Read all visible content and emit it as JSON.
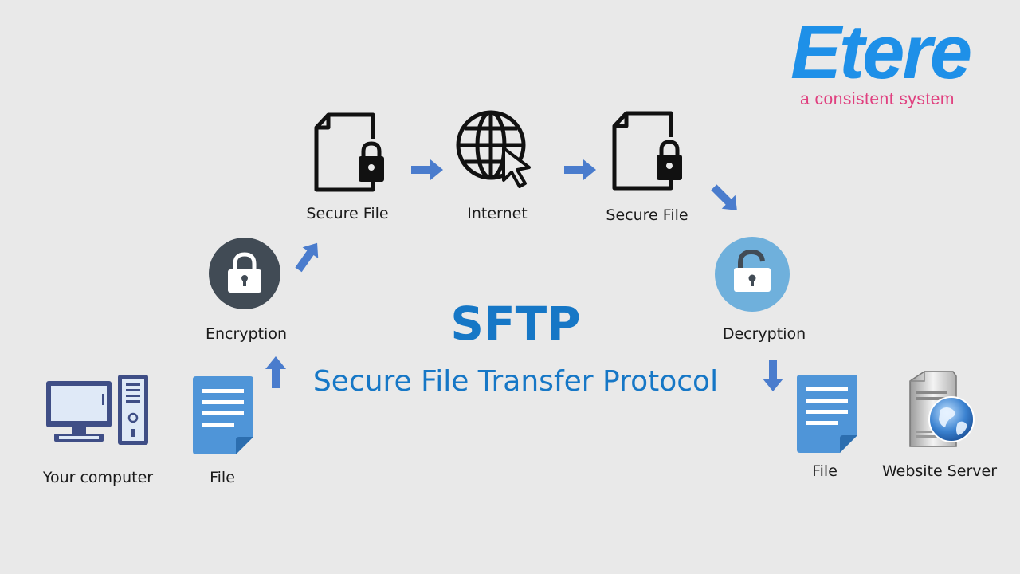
{
  "logo": {
    "name": "Etere",
    "tagline": "a consistent system"
  },
  "title": "SFTP",
  "subtitle": "Secure File Transfer Protocol",
  "nodes": {
    "your_computer": "Your computer",
    "file_left": "File",
    "encryption": "Encryption",
    "secure_file_left": "Secure File",
    "internet": "Internet",
    "secure_file_right": "Secure File",
    "decryption": "Decryption",
    "file_right": "File",
    "website_server": "Website Server"
  },
  "colors": {
    "accent": "#1677c6",
    "logo_blue": "#1e90e8",
    "logo_pink": "#e0407f",
    "arrow": "#4a7ccd",
    "file_blue": "#4f95d8",
    "lock_dark": "#414b55",
    "lock_light": "#6fb0dc"
  },
  "icons": [
    "desktop-computer-icon",
    "document-icon",
    "padlock-closed-icon",
    "secure-file-icon",
    "globe-cursor-icon",
    "padlock-open-icon",
    "server-globe-icon",
    "arrow-icon"
  ]
}
